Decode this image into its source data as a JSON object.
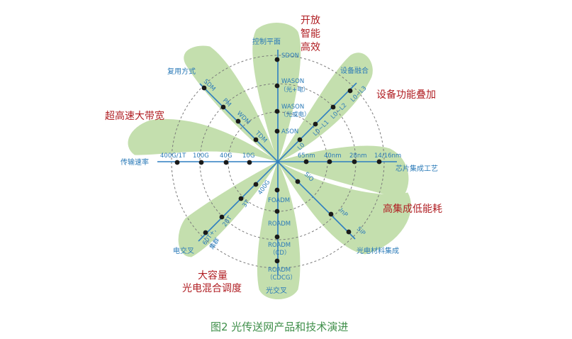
{
  "caption": "图2  光传送网产品和技术演进",
  "dimensions": [
    {
      "name": "开放智能高效",
      "axis_label": "控制平面",
      "ticks": [
        "SDON",
        "WASON（光+电）",
        "WASON（光或电）",
        "ASON"
      ],
      "tick_lines": [
        [
          "SDON"
        ],
        [
          "WASON",
          "（光+电）"
        ],
        [
          "WASON",
          "（光或电）"
        ],
        [
          "ASON"
        ]
      ]
    },
    {
      "name": "设备功能叠加",
      "axis_label": "设备融合",
      "ticks": [
        "L0~L3",
        "L0~L2",
        "L0~L1",
        "L0"
      ]
    },
    {
      "name": "高集成低能耗",
      "axis_label": "芯片集成工艺",
      "ticks": [
        "14/16nm",
        "28nm",
        "40nm",
        "65nm"
      ]
    },
    {
      "name": "高集成低能耗",
      "axis_label": "光电材料集成",
      "ticks": [
        "SiP",
        "InP",
        "SiO"
      ]
    },
    {
      "name": "大容量光电混合调度",
      "axis_label": "光交叉",
      "ticks": [
        "ROADM（CDCG）",
        "ROADM（CD）",
        "ROADM",
        "FOADM"
      ],
      "tick_lines": [
        [
          "ROADM",
          "（CDCG）"
        ],
        [
          "ROADM",
          "（CD）"
        ],
        [
          "ROADM"
        ],
        [
          "FOADM"
        ]
      ]
    },
    {
      "name": "大容量光电混合调度",
      "axis_label": "电交叉",
      "ticks": [
        "60T+，集群",
        "28T",
        "3T",
        "400G"
      ],
      "tick_lines": [
        [
          "60T+,",
          "集群"
        ],
        [
          "28T"
        ],
        [
          "3T"
        ],
        [
          "400G"
        ]
      ]
    },
    {
      "name": "超高速大带宽",
      "axis_label": "传输速率",
      "ticks": [
        "400G/1T",
        "100G",
        "40G",
        "10G"
      ]
    },
    {
      "name": "超高速大带宽",
      "axis_label": "复用方式",
      "ticks": [
        "SDM",
        "PM",
        "WDM",
        "TDM"
      ]
    }
  ],
  "dimension_titles": {
    "open": [
      "开放",
      "智能",
      "高效"
    ],
    "function": "设备功能叠加",
    "integration": "高集成低能耗",
    "capacity": [
      "大容量",
      "光电混合调度"
    ],
    "speed": "超高速大带宽"
  },
  "colors": {
    "petal": "#c4dfae",
    "axis": "#2f7fc1",
    "label": "#2a7ab8",
    "title": "#b01e23",
    "caption": "#3f8f4a"
  }
}
